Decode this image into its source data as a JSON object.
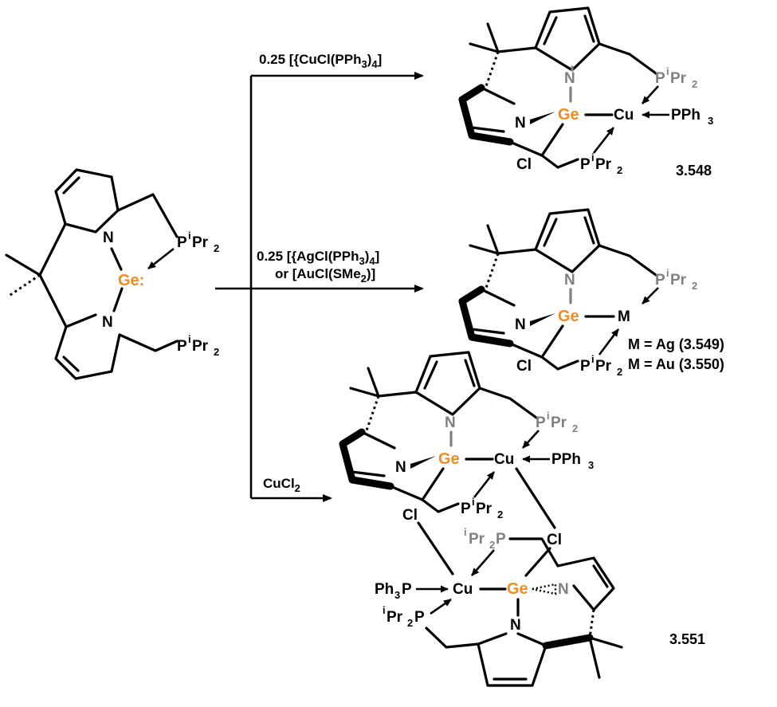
{
  "colors": {
    "germanium": "#f28c1e",
    "gray_phosphine": "#808080",
    "black": "#000000"
  },
  "atoms": {
    "N": "N",
    "Ge": "Ge",
    "Ge_colon": "Ge:",
    "Cu": "Cu",
    "M": "M",
    "Cl": "Cl",
    "P": "P",
    "i": "i",
    "Pr2": "Pr",
    "sub2": "2",
    "PPh3_P": "PPh",
    "sub3": "3",
    "Ph3P": "Ph",
    "P_suffix": "P"
  },
  "reactions": {
    "r1": {
      "text": "0.25 [{CuCl(PPh",
      "sub": "3",
      "mid": ")",
      "sub2": "4",
      "end": "]"
    },
    "r2_line1": {
      "text": "0.25 [{AgCl(PPh",
      "sub": "3",
      "mid": ")",
      "sub2": "4",
      "end": "]"
    },
    "r2_line2": {
      "text": "or [AuCl(SMe",
      "sub": "2",
      "end": ")]"
    },
    "r3": {
      "text": "CuCl",
      "sub": "2"
    }
  },
  "compounds": {
    "c548": "3.548",
    "c549_label": "M = Ag (3.549)",
    "c550_label": "M = Au (3.550)",
    "c551": "3.551"
  }
}
